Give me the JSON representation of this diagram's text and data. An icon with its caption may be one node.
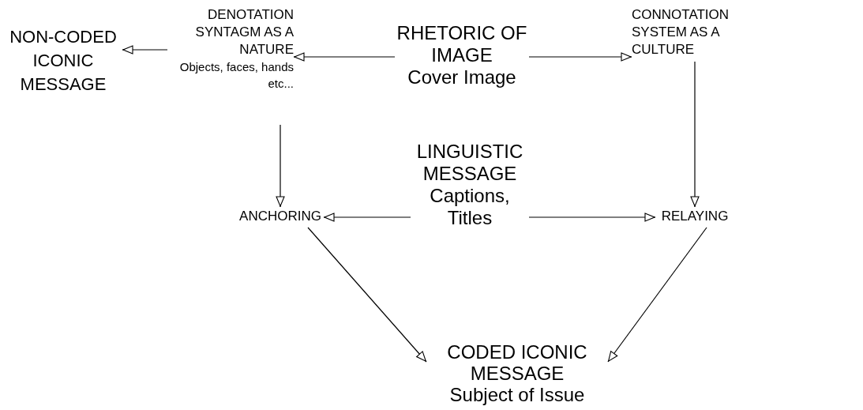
{
  "diagram": {
    "nodes": [
      {
        "text": [
          "NON-CODED ICONIC MESSAGE"
        ]
      },
      {
        "text": [
          "DENOTATION SYNTAGM AS A NATURE",
          "Objects, faces, hands etc..."
        ]
      },
      {
        "text": [
          "RHETORIC OF IMAGE",
          "Cover Image"
        ]
      },
      {
        "text": [
          "CONNOTATION SYSTEM AS A CULTURE"
        ]
      },
      {
        "text": [
          "ANCHORING"
        ]
      },
      {
        "text": [
          "LINGUISTIC MESSAGE",
          "Captions, Titles"
        ]
      },
      {
        "text": [
          "RELAYING"
        ]
      },
      {
        "text": [
          "CODED ICONIC MESSAGE",
          "Subject of Issue"
        ]
      }
    ],
    "edges": [
      {
        "from": 2,
        "to": 1,
        "arrow": "to"
      },
      {
        "from": 1,
        "to": 0,
        "arrow": "to"
      },
      {
        "from": 2,
        "to": 3,
        "arrow": "to"
      },
      {
        "from": 1,
        "to": 4,
        "arrow": "to"
      },
      {
        "from": 3,
        "to": 6,
        "arrow": "to"
      },
      {
        "from": 5,
        "to": 4,
        "arrow": "to"
      },
      {
        "from": 5,
        "to": 6,
        "arrow": "to"
      },
      {
        "from": 4,
        "to": 7,
        "arrow": "to"
      },
      {
        "from": 6,
        "to": 7,
        "arrow": "to"
      }
    ]
  }
}
